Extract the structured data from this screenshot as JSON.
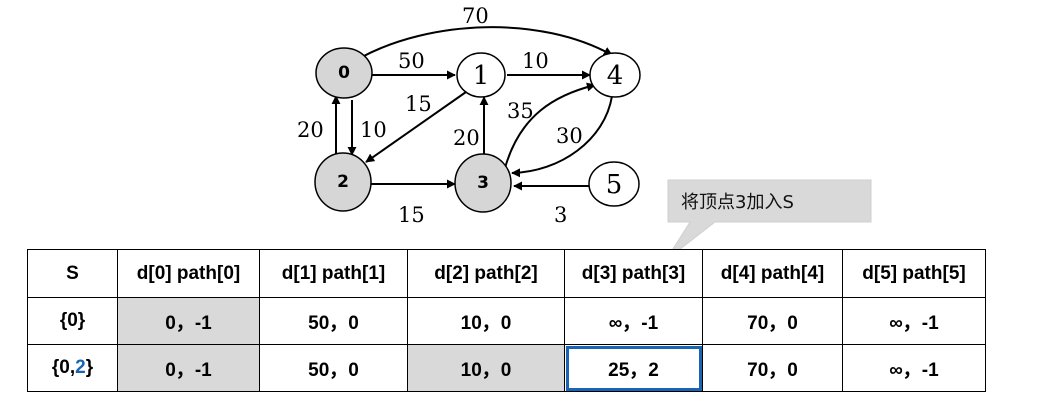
{
  "graph": {
    "nodes": [
      {
        "id": "0",
        "label": "0",
        "shaded": true
      },
      {
        "id": "1",
        "label": "1",
        "shaded": false
      },
      {
        "id": "2",
        "label": "2",
        "shaded": true
      },
      {
        "id": "3",
        "label": "3",
        "shaded": true
      },
      {
        "id": "4",
        "label": "4",
        "shaded": false
      },
      {
        "id": "5",
        "label": "5",
        "shaded": false
      }
    ],
    "edges": [
      {
        "from": "0",
        "to": "1",
        "weight": "50"
      },
      {
        "from": "0",
        "to": "4",
        "weight": "70"
      },
      {
        "from": "0",
        "to": "2",
        "weight": "10"
      },
      {
        "from": "2",
        "to": "0",
        "weight": "20"
      },
      {
        "from": "1",
        "to": "2",
        "weight": "15"
      },
      {
        "from": "1",
        "to": "4",
        "weight": "10"
      },
      {
        "from": "2",
        "to": "3",
        "weight": "15"
      },
      {
        "from": "3",
        "to": "1",
        "weight": "20"
      },
      {
        "from": "3",
        "to": "4",
        "weight": "35"
      },
      {
        "from": "4",
        "to": "3",
        "weight": "30"
      },
      {
        "from": "5",
        "to": "3",
        "weight": "3"
      }
    ],
    "colors": {
      "shaded_node": "#d6d6d6",
      "plain_node": "#ffffff",
      "highlight": "#1a64b4",
      "callout": "#d9d9d9"
    }
  },
  "callout": {
    "text": "将顶点3加入S"
  },
  "table": {
    "headers": [
      "S",
      "d[0] path[0]",
      "d[1] path[1]",
      "d[2] path[2]",
      "d[3] path[3]",
      "d[4] path[4]",
      "d[5] path[5]"
    ],
    "rows": [
      {
        "s_open": "{0",
        "s_mid": "",
        "s_close": "}",
        "cells": [
          "0，-1",
          "50，0",
          "10，0",
          "∞，-1",
          "70，0",
          "∞，-1"
        ]
      },
      {
        "s_open": "{0,",
        "s_mid": "2",
        "s_close": "}",
        "cells": [
          "0，-1",
          "50，0",
          "10，0",
          "25，2",
          "70，0",
          "∞，-1"
        ]
      }
    ]
  }
}
